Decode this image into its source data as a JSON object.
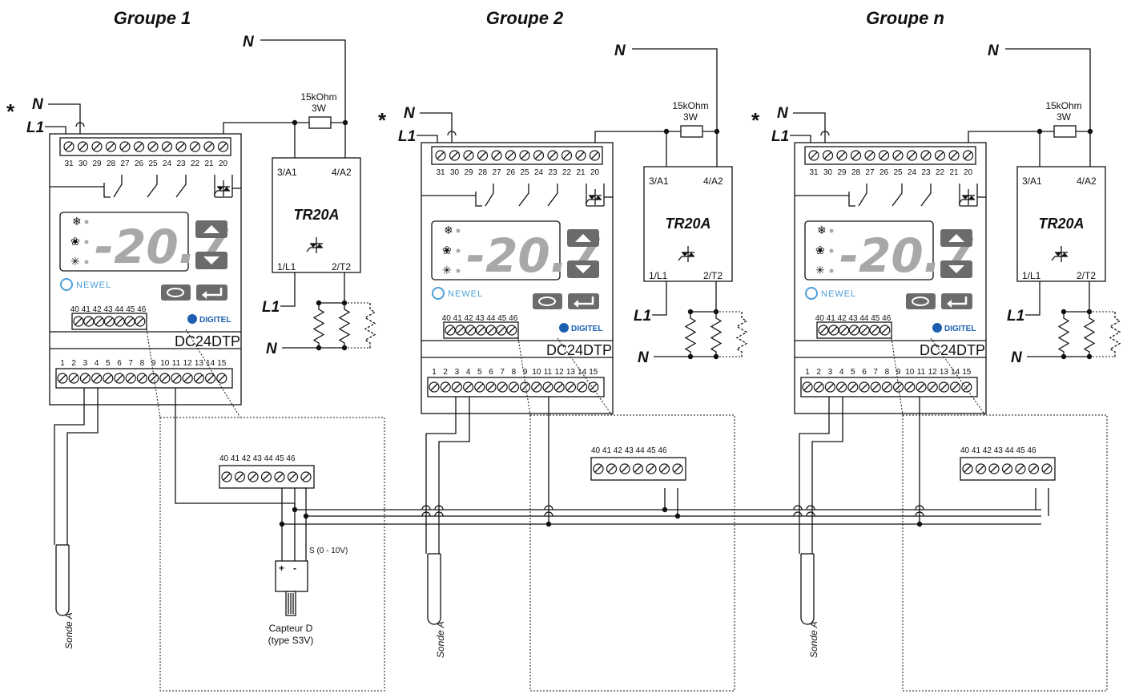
{
  "groups": [
    {
      "title": "Groupe 1"
    },
    {
      "title": "Groupe 2"
    },
    {
      "title": "Groupe n"
    }
  ],
  "labels": {
    "neutral": "N",
    "line": "L1",
    "asterisk": "*",
    "resistor_value": "15kOhm",
    "resistor_power": "3W",
    "contactor_model": "TR20A",
    "pin_a1": "3/A1",
    "pin_a2": "4/A2",
    "pin_l1": "1/L1",
    "pin_t2": "2/T2",
    "controller_model": "DC24DTP",
    "display_value": "-20.7",
    "brand_newel": "NEWEL",
    "brand_digitel": "DIGITEL",
    "probe": "Sonde A",
    "aux_terminals": "40 41 42 43 44 45 46",
    "sensor_signal": "S (0 - 10V)",
    "sensor_name": "Capteur D",
    "sensor_type": "(type S3V)",
    "sensor_plus": "+",
    "sensor_minus": "-"
  },
  "terminals": {
    "top": [
      "31",
      "30",
      "29",
      "28",
      "27",
      "26",
      "25",
      "24",
      "23",
      "22",
      "21",
      "20"
    ],
    "bottom": [
      "1",
      "2",
      "3",
      "4",
      "5",
      "6",
      "7",
      "8",
      "9",
      "10",
      "11",
      "12",
      "13",
      "14",
      "15"
    ]
  },
  "icons": [
    "defrost-icon",
    "fan-icon",
    "cooling-icon",
    "up-arrow-icon",
    "down-arrow-icon",
    "cycle-icon",
    "enter-icon",
    "triac-icon"
  ]
}
